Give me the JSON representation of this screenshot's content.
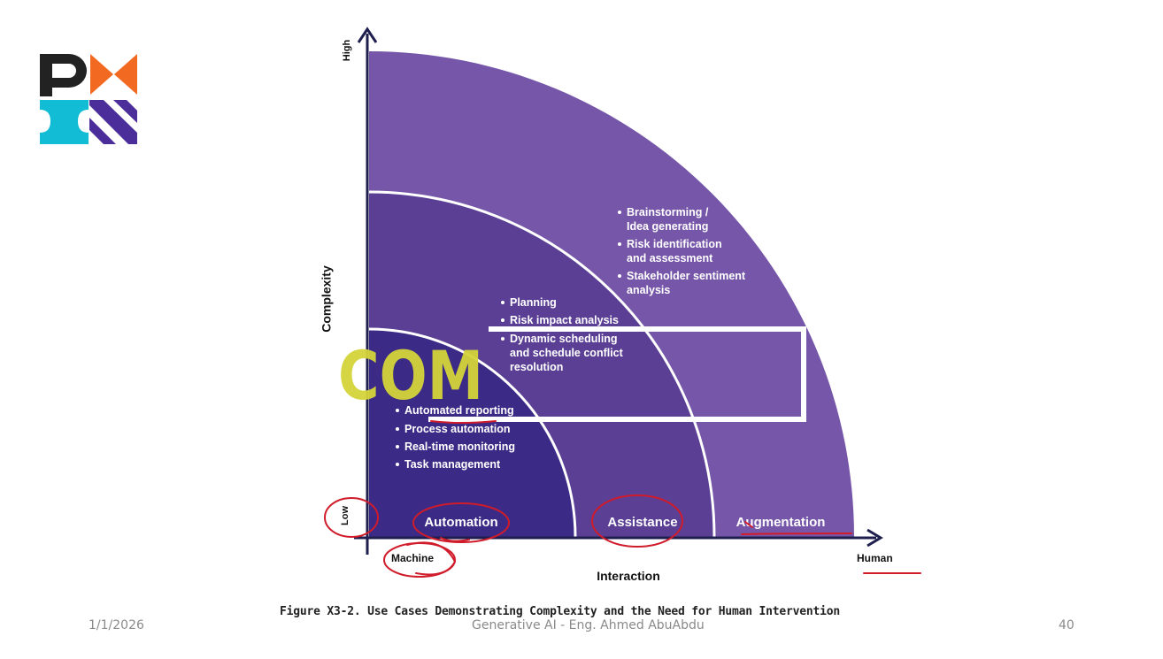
{
  "slide": {
    "date": "1/1/2026",
    "footer_title": "Generative AI - Eng. Ahmed AbuAbdu",
    "page_number": "40",
    "caption": "Figure X3-2. Use Cases Demonstrating Complexity and the Need for Human Intervention",
    "overlay_text": "COM"
  },
  "logo": {
    "name": "PMI logo",
    "colors": {
      "black": "#222222",
      "orange": "#f26a21",
      "teal": "#12bcd4",
      "purple": "#4b2e99"
    }
  },
  "diagram": {
    "y_axis": {
      "label": "Complexity",
      "high": "High",
      "low": "Low"
    },
    "x_axis": {
      "label": "Interaction",
      "left": "Machine",
      "right": "Human"
    },
    "zones": [
      {
        "name": "Automation",
        "color": "#3b2a86",
        "items": [
          "Automated reporting",
          "Process automation",
          "Real-time monitoring",
          "Task management"
        ]
      },
      {
        "name": "Assistance",
        "color": "#5a3f95",
        "items": [
          "Planning",
          "Risk impact analysis",
          "Dynamic scheduling",
          "and schedule conflict",
          "resolution"
        ]
      },
      {
        "name": "Augmentation",
        "color": "#7656a8",
        "items": [
          "Brainstorming /",
          "Idea generating",
          "Risk identification",
          "and assessment",
          "Stakeholder sentiment",
          "analysis"
        ]
      }
    ],
    "colors": {
      "axis": "#1f1f4f",
      "annotation_red": "#d01c2a",
      "overlay_yellow": "#d4d43a"
    }
  }
}
